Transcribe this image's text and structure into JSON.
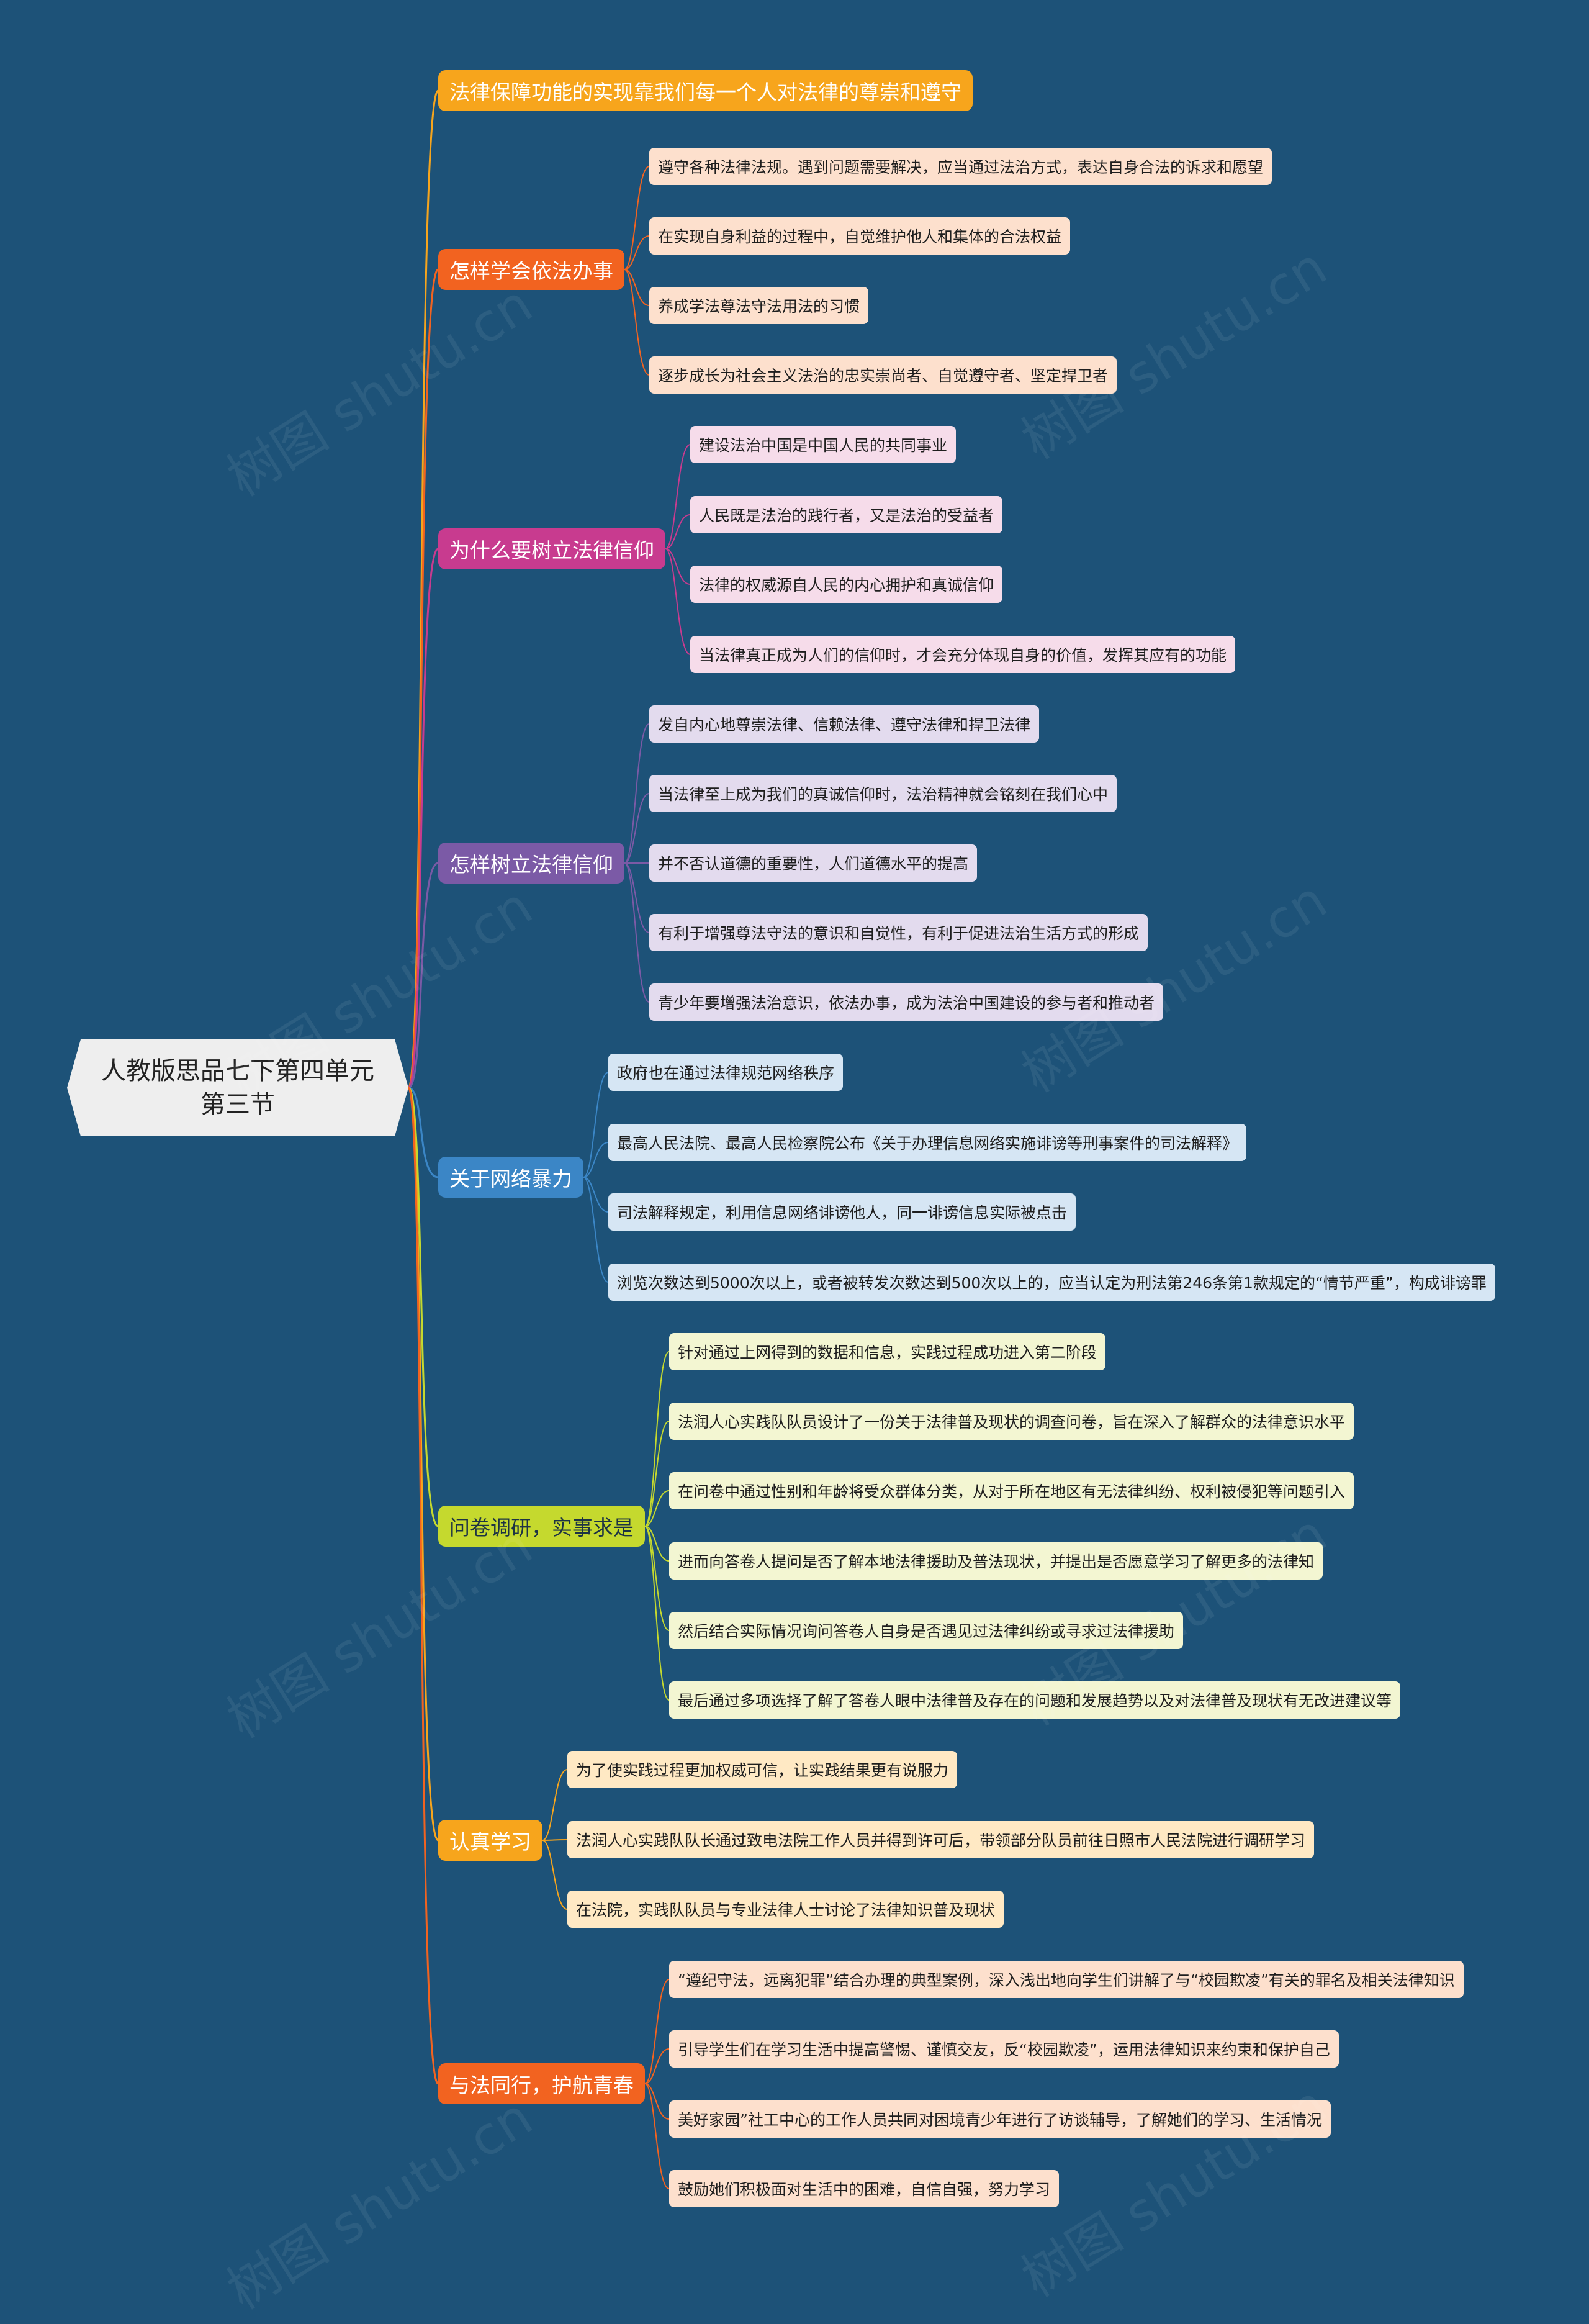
{
  "root": {
    "line1": "人教版思品七下第四单元",
    "line2": "第三节"
  },
  "watermark": "树图 shutu.cn",
  "branches": [
    {
      "label": "法律保障功能的实现靠我们每一个人对法律的尊崇和遵守",
      "color": "#f7a51c",
      "leaf_bg": "#ffe9c4",
      "leaves": []
    },
    {
      "label": "怎样学会依法办事",
      "color": "#f26320",
      "leaf_bg": "#fde0cd",
      "leaves": [
        "遵守各种法律法规。遇到问题需要解决，应当通过法治方式，表达自身合法的诉求和愿望",
        "在实现自身利益的过程中，自觉维护他人和集体的合法权益",
        "养成学法尊法守法用法的习惯",
        "逐步成长为社会主义法治的忠实崇尚者、自觉遵守者、坚定捍卫者"
      ]
    },
    {
      "label": "为什么要树立法律信仰",
      "color": "#c83b8f",
      "leaf_bg": "#f6dcea",
      "leaves": [
        "建设法治中国是中国人民的共同事业",
        "人民既是法治的践行者，又是法治的受益者",
        "法律的权威源自人民的内心拥护和真诚信仰",
        "当法律真正成为人们的信仰时，才会充分体现自身的价值，发挥其应有的功能"
      ]
    },
    {
      "label": "怎样树立法律信仰",
      "color": "#7b5aa6",
      "leaf_bg": "#e3dbee",
      "leaves": [
        "发自内心地尊崇法律、信赖法律、遵守法律和捍卫法律",
        "当法律至上成为我们的真诚信仰时，法治精神就会铭刻在我们心中",
        "并不否认道德的重要性，人们道德水平的提高",
        "有利于增强尊法守法的意识和自觉性，有利于促进法治生活方式的形成",
        "青少年要增强法治意识，依法办事，成为法治中国建设的参与者和推动者"
      ]
    },
    {
      "label": "关于网络暴力",
      "color": "#3b86c6",
      "leaf_bg": "#d6e6f4",
      "leaves": [
        "政府也在通过法律规范网络秩序",
        "最高人民法院、最高人民检察院公布《关于办理信息网络实施诽谤等刑事案件的司法解释》",
        "司法解释规定，利用信息网络诽谤他人，同一诽谤信息实际被点击",
        "浏览次数达到5000次以上，或者被转发次数达到500次以上的，应当认定为刑法第246条第1款规定的“情节严重”，构成诽谤罪"
      ]
    },
    {
      "label": "问卷调研，实事求是",
      "color": "#c5d92e",
      "leaf_bg": "#f3f6d2",
      "leaves": [
        "针对通过上网得到的数据和信息，实践过程成功进入第二阶段",
        "法润人心实践队队员设计了一份关于法律普及现状的调查问卷，旨在深入了解群众的法律意识水平",
        "在问卷中通过性别和年龄将受众群体分类，从对于所在地区有无法律纠纷、权利被侵犯等问题引入",
        "进而向答卷人提问是否了解本地法律援助及普法现状，并提出是否愿意学习了解更多的法律知",
        "然后结合实际情况询问答卷人自身是否遇见过法律纠纷或寻求过法律援助",
        "最后通过多项选择了解了答卷人眼中法律普及存在的问题和发展趋势以及对法律普及现状有无改进建议等"
      ]
    },
    {
      "label": "认真学习",
      "color": "#f7a51c",
      "leaf_bg": "#ffe9c4",
      "leaves": [
        "为了使实践过程更加权威可信，让实践结果更有说服力",
        "法润人心实践队队长通过致电法院工作人员并得到许可后，带领部分队员前往日照市人民法院进行调研学习",
        "在法院，实践队队员与专业法律人士讨论了法律知识普及现状"
      ]
    },
    {
      "label": "与法同行，护航青春",
      "color": "#f26320",
      "leaf_bg": "#fde0cd",
      "leaves": [
        "“遵纪守法，远离犯罪”结合办理的典型案例，深入浅出地向学生们讲解了与“校园欺凌”有关的罪名及相关法律知识",
        "引导学生们在学习生活中提高警惕、谨慎交友，反“校园欺凌”，运用法律知识来约束和保护自己",
        "美好家园”社工中心的工作人员共同对困境青少年进行了访谈辅导，了解她们的学习、生活情况",
        "鼓励她们积极面对生活中的困难，自信自强，努力学习"
      ]
    }
  ]
}
